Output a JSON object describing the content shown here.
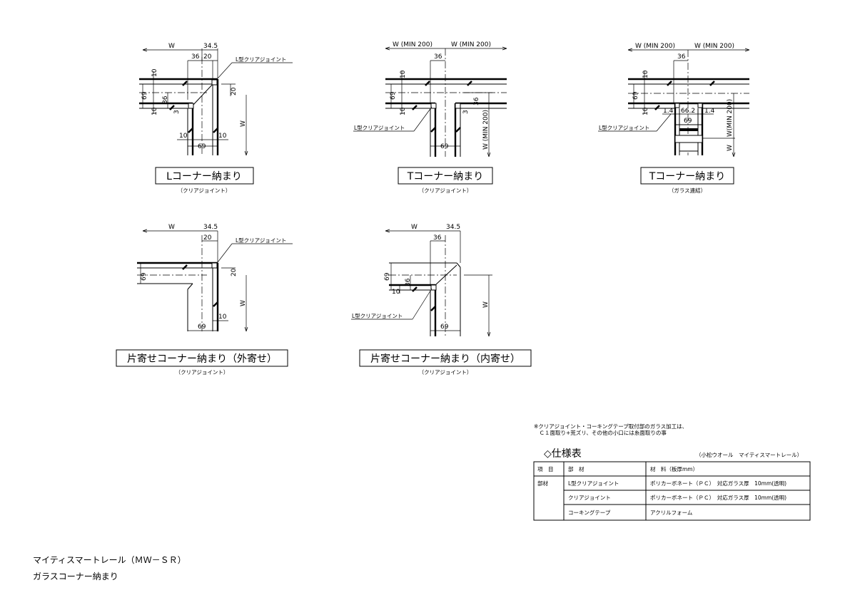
{
  "drawings": [
    {
      "title": "Lコーナー納まり",
      "subtitle": "（クリアジョイント）",
      "dims": {
        "w": "W",
        "d345": "34.5",
        "d36": "36",
        "d20": "20",
        "d10a": "10",
        "d69v": "69",
        "d36v": "36",
        "d10b": "10",
        "d3": "3",
        "d20v": "20",
        "wv": "W",
        "d10l": "10",
        "d10r": "10",
        "d69": "69"
      },
      "leader": "L型クリアジョイント"
    },
    {
      "title": "Tコーナー納まり",
      "subtitle": "（クリアジョイント）",
      "dims": {
        "wl": "W (MIN 200)",
        "wr": "W (MIN 200)",
        "d36": "36",
        "d10a": "10",
        "d69v": "69",
        "d10b": "10",
        "d3": "3",
        "d36v": "36",
        "wv": "W (MIN 200)",
        "d69": "69"
      },
      "leader": "L型クリアジョイント"
    },
    {
      "title": "Tコーナー納まり",
      "subtitle": "（ガラス連結）",
      "dims": {
        "wl": "W (MIN 200)",
        "wr": "W (MIN 200)",
        "d36": "36",
        "d10a": "10",
        "d69v": "69",
        "d10b": "10",
        "d14l": "1.4",
        "d662": "66.2",
        "d14r": "1.4",
        "d69": "69",
        "wv1": "W(MIN 200)",
        "wv2": "W"
      },
      "leader": "L型クリアジョイント"
    },
    {
      "title": "片寄せコーナー納まり（外寄せ）",
      "subtitle": "（クリアジョイント）",
      "dims": {
        "w": "W",
        "d345": "34.5",
        "d20": "20",
        "d69v": "69",
        "d20v": "20",
        "wv": "W",
        "d10": "10",
        "d69": "69"
      },
      "leader": "L型クリアジョイント"
    },
    {
      "title": "片寄せコーナー納まり（内寄せ）",
      "subtitle": "（クリアジョイント）",
      "dims": {
        "w": "W",
        "d345": "34.5",
        "d36": "36",
        "d69v": "69",
        "d36v": "36",
        "d10": "10",
        "wv": "W",
        "d69": "69"
      },
      "leader": "L型クリアジョイント"
    }
  ],
  "note": {
    "line1": "※クリアジョイント・コーキングテープ取付部のガラス加工は、",
    "line2": "　Ｃ１面取り+荒ズリ、その他の小口には糸面取りの事"
  },
  "spec": {
    "title": "◇仕様表",
    "product": "（小松ウオール　マイティスマートレール）",
    "headers": [
      "項　目",
      "部　材",
      "材　料（板厚mm）"
    ],
    "category": "部材",
    "rows": [
      {
        "part": "L型クリアジョイント",
        "material": "ポリカーボネート（ＰＣ）　対応ガラス厚　10mm(透明)"
      },
      {
        "part": "クリアジョイント",
        "material": "ポリカーボネート（ＰＣ）　対応ガラス厚　10mm(透明)"
      },
      {
        "part": "コーキングテープ",
        "material": "アクリルフォーム"
      }
    ]
  },
  "footer": {
    "line1": "マイティスマートレール（ＭＷ－ＳＲ）",
    "line2": "ガラスコーナー納まり"
  }
}
